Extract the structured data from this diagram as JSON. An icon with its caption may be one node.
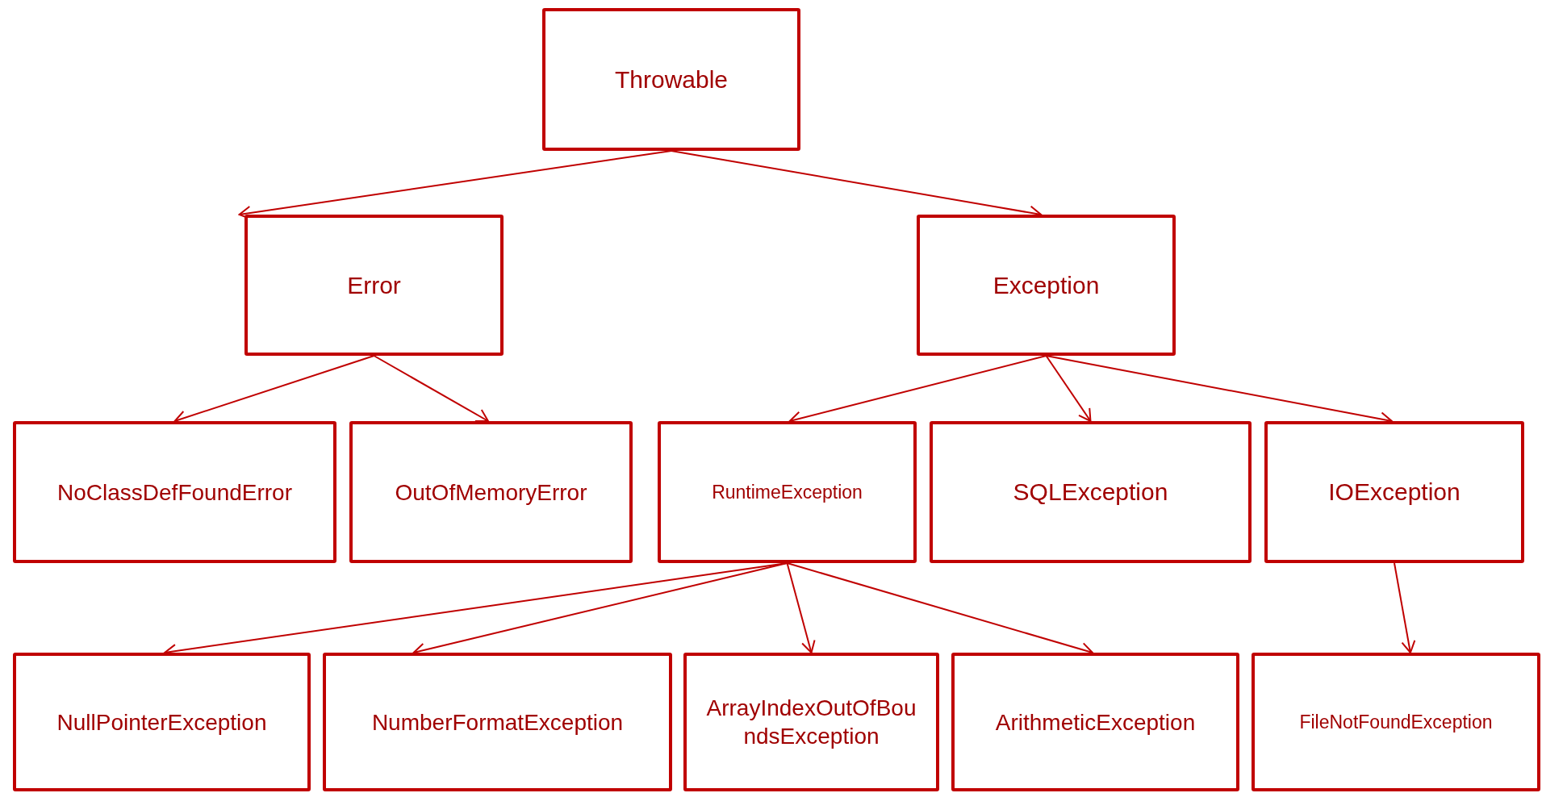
{
  "diagram": {
    "nodes": [
      {
        "text": [
          "Throwable"
        ]
      },
      {
        "text": [
          "Error"
        ]
      },
      {
        "text": [
          "Exception"
        ]
      },
      {
        "text": [
          "NoClassDefFoundError"
        ]
      },
      {
        "text": [
          "OutOfMemoryError"
        ]
      },
      {
        "text": [
          "RuntimeException"
        ]
      },
      {
        "text": [
          "SQLException"
        ]
      },
      {
        "text": [
          "IOException"
        ]
      },
      {
        "text": [
          "NullPointerException"
        ]
      },
      {
        "text": [
          "NumberFormatException"
        ]
      },
      {
        "text": [
          "ArrayIndexOutOfBoundsException"
        ]
      },
      {
        "text": [
          "ArithmeticException"
        ]
      },
      {
        "text": [
          "FileNotFoundException"
        ]
      }
    ],
    "edges": [
      {
        "from": 0,
        "to": 1,
        "arrow": "to"
      },
      {
        "from": 0,
        "to": 2,
        "arrow": "to"
      },
      {
        "from": 1,
        "to": 3,
        "arrow": "to"
      },
      {
        "from": 1,
        "to": 4,
        "arrow": "to"
      },
      {
        "from": 2,
        "to": 5,
        "arrow": "to"
      },
      {
        "from": 2,
        "to": 6,
        "arrow": "to"
      },
      {
        "from": 2,
        "to": 7,
        "arrow": "to"
      },
      {
        "from": 5,
        "to": 8,
        "arrow": "to"
      },
      {
        "from": 5,
        "to": 9,
        "arrow": "to"
      },
      {
        "from": 5,
        "to": 10,
        "arrow": "to"
      },
      {
        "from": 5,
        "to": 11,
        "arrow": "to"
      },
      {
        "from": 7,
        "to": 12,
        "arrow": "to"
      }
    ]
  }
}
